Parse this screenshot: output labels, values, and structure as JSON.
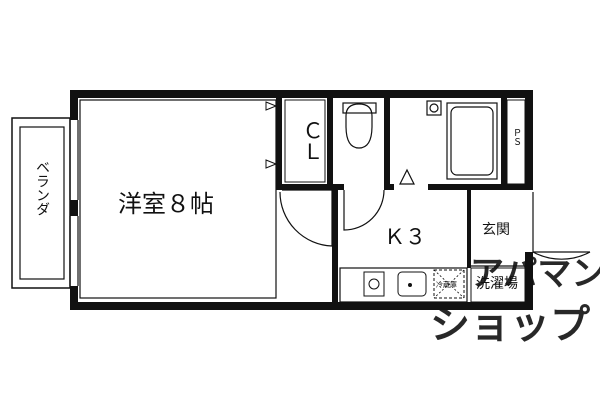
{
  "floorplan": {
    "rooms": {
      "western_room": "洋室８帖",
      "kitchen": "Ｋ３",
      "entrance": "玄関",
      "laundry": "洗濯場",
      "balcony": "ベランダ",
      "closet": "ＣＬ",
      "pipe_space": "ＰＳ",
      "fridge_space": "冷蔵庫"
    },
    "watermark": {
      "line1": "アパマン",
      "line2": "ショップ"
    },
    "colors": {
      "wall": "#111111",
      "paper": "#ffffff",
      "watermark": "#e0e0e0"
    }
  }
}
